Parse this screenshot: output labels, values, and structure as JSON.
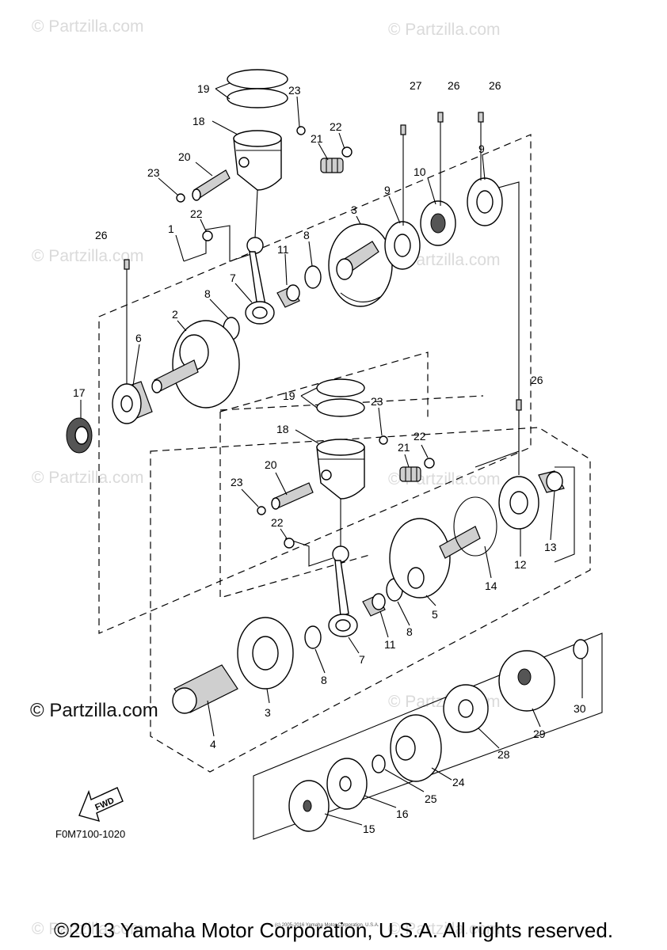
{
  "watermarks": {
    "repeat_text": "© Partzilla.com",
    "prominent_text": "© Partzilla.com"
  },
  "diagram_code": "F0M7100-1020",
  "fwd_label": "FWD",
  "footer": {
    "copyright": "©2013 Yamaha Motor Corporation, U.S.A. All rights reserved.",
    "fine_print": "(c) 2005-2016 Yamaha Motor Corporation, U.S.A."
  },
  "callouts": {
    "upper": [
      "19",
      "23",
      "18",
      "22",
      "21",
      "20",
      "23",
      "22",
      "26",
      "27",
      "26",
      "26",
      "10",
      "9",
      "9",
      "3",
      "1",
      "8",
      "11",
      "7",
      "8",
      "2",
      "6",
      "17"
    ],
    "lower": [
      "26",
      "19",
      "23",
      "18",
      "22",
      "21",
      "20",
      "23",
      "22",
      "13",
      "12",
      "14",
      "5",
      "8",
      "11",
      "8",
      "7",
      "3",
      "4",
      "30",
      "29",
      "28",
      "24",
      "25",
      "16",
      "15"
    ]
  }
}
